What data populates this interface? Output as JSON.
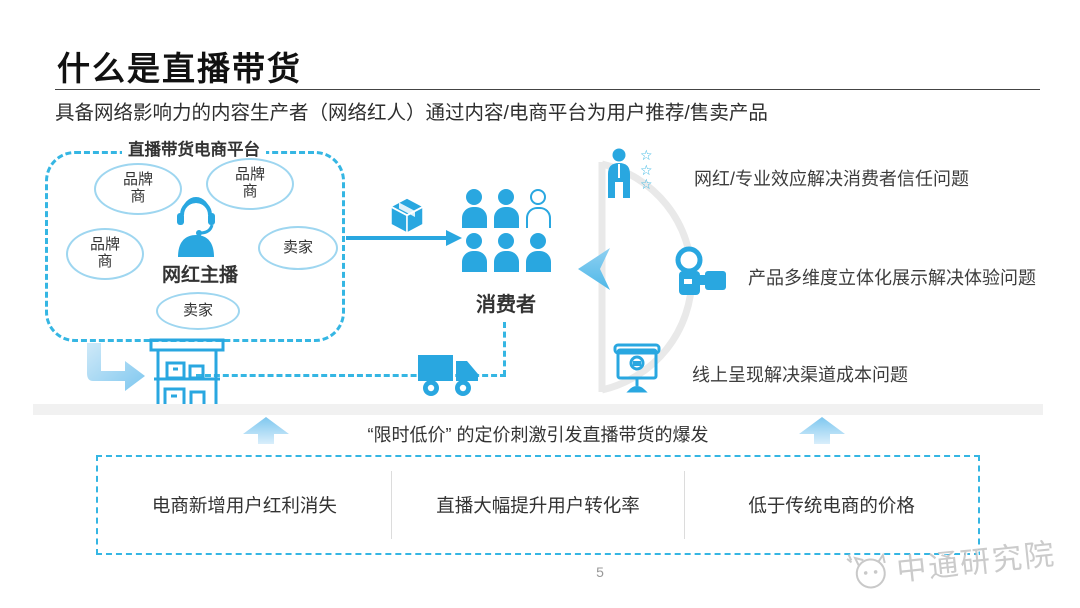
{
  "slide": {
    "title": "什么是直播带货",
    "subtitle": "具备网络影响力的内容生产者（网络红人）通过内容/电商平台为用户推荐/售卖产品",
    "page_number": "5",
    "watermark": "中通研究院"
  },
  "platform": {
    "label": "直播带货电商平台",
    "host_label": "网红主播",
    "bubbles": [
      "品牌商",
      "品牌商",
      "品牌商",
      "卖家",
      "卖家"
    ]
  },
  "consumers": {
    "label": "消费者"
  },
  "benefits": [
    {
      "icon": "influencer-stars-icon",
      "text": "网红/专业效应解决消费者信任问题"
    },
    {
      "icon": "camcorder-icon",
      "text": "产品多维度立体化展示解决体验问题"
    },
    {
      "icon": "online-screen-icon",
      "text": "线上呈现解决渠道成本问题"
    }
  ],
  "trigger": {
    "text": "“限时低价” 的定价刺激引发直播带货的爆发"
  },
  "drivers": [
    "电商新增用户红利消失",
    "直播大幅提升用户转化率",
    "低于传统电商的价格"
  ],
  "colors": {
    "icon_blue": "#29a7e0",
    "dash_cyan": "#35b6e3",
    "oval_stroke": "#9ed6f0",
    "band_gray": "#f1f1f1",
    "arc_gray": "#e9e9e9"
  }
}
